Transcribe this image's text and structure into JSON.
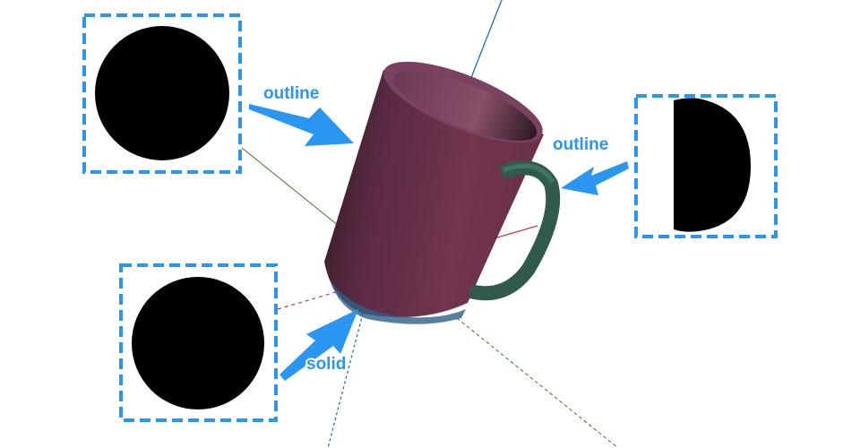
{
  "annotations": {
    "top_left_label": "outline",
    "right_label": "outline",
    "bottom_left_label": "solid"
  },
  "colors": {
    "annotation_blue": "#2b95f2",
    "mug_body": "#6e3450",
    "mug_handle": "#2f5a4c",
    "axis_x": "#c0393b",
    "axis_y": "#3d7a2a",
    "axis_z": "#1f6fb0"
  }
}
